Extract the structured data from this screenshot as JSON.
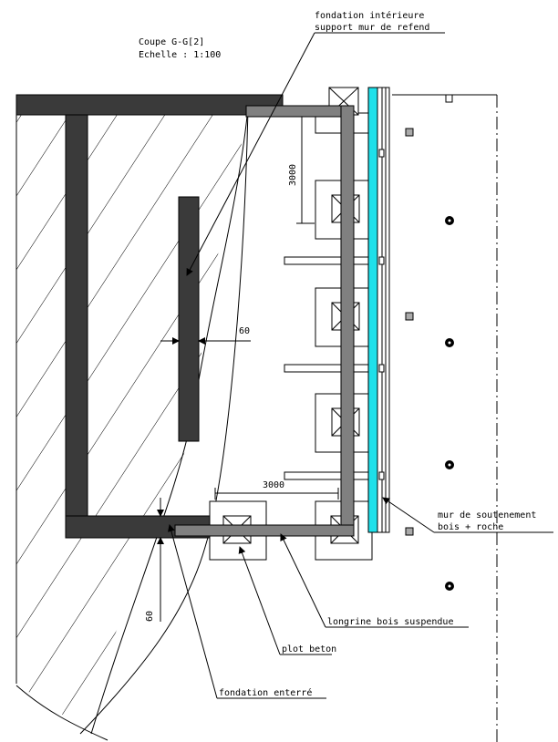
{
  "title": {
    "line1": "Coupe G-G[2]",
    "line2": "Echelle :  1:100"
  },
  "labels": {
    "fondation_interieure_1": "fondation intérieure",
    "fondation_interieure_2": "support mur de refend",
    "mur_soutenement_1": "mur de soutenement",
    "mur_soutenement_2": "bois + roche",
    "longrine": "longrine bois suspendue",
    "plot": "plot beton",
    "fondation_enterree": "fondation enterré"
  },
  "dimensions": {
    "vertical_spacing": "3000",
    "horizontal_spacing": "3000",
    "wall_thickness_top": "60",
    "wall_thickness_bottom": "60"
  },
  "colors": {
    "concrete": "#3a3a3a",
    "beam": "#808080",
    "cladding": "#1ee0ea",
    "line": "#000000"
  }
}
